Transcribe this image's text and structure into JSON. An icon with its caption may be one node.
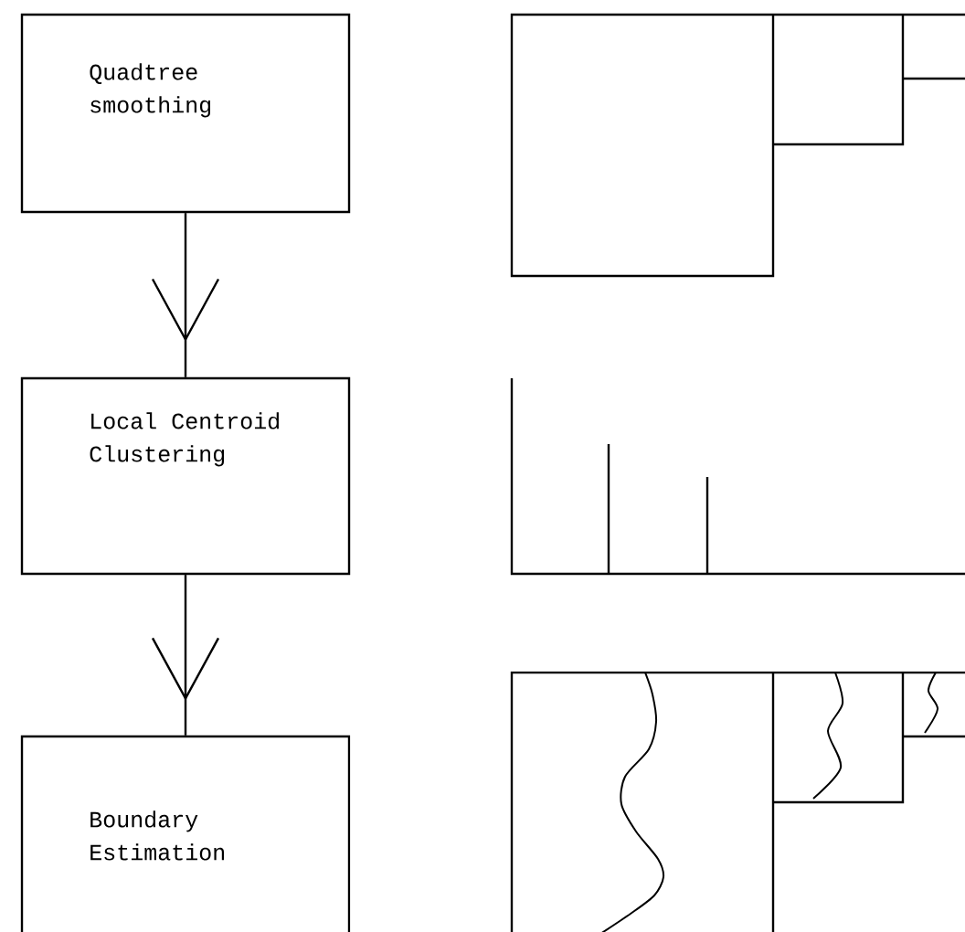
{
  "diagram": {
    "nodes": [
      {
        "text": [
          "Quadtree smoothing"
        ]
      },
      {
        "text": [
          "Local Centroid Clustering"
        ]
      },
      {
        "text": [
          "Boundary Estimation"
        ]
      }
    ],
    "edges": [
      {
        "from": 0,
        "to": 1,
        "arrow": "to"
      },
      {
        "from": 1,
        "to": 2,
        "arrow": "to"
      }
    ]
  }
}
